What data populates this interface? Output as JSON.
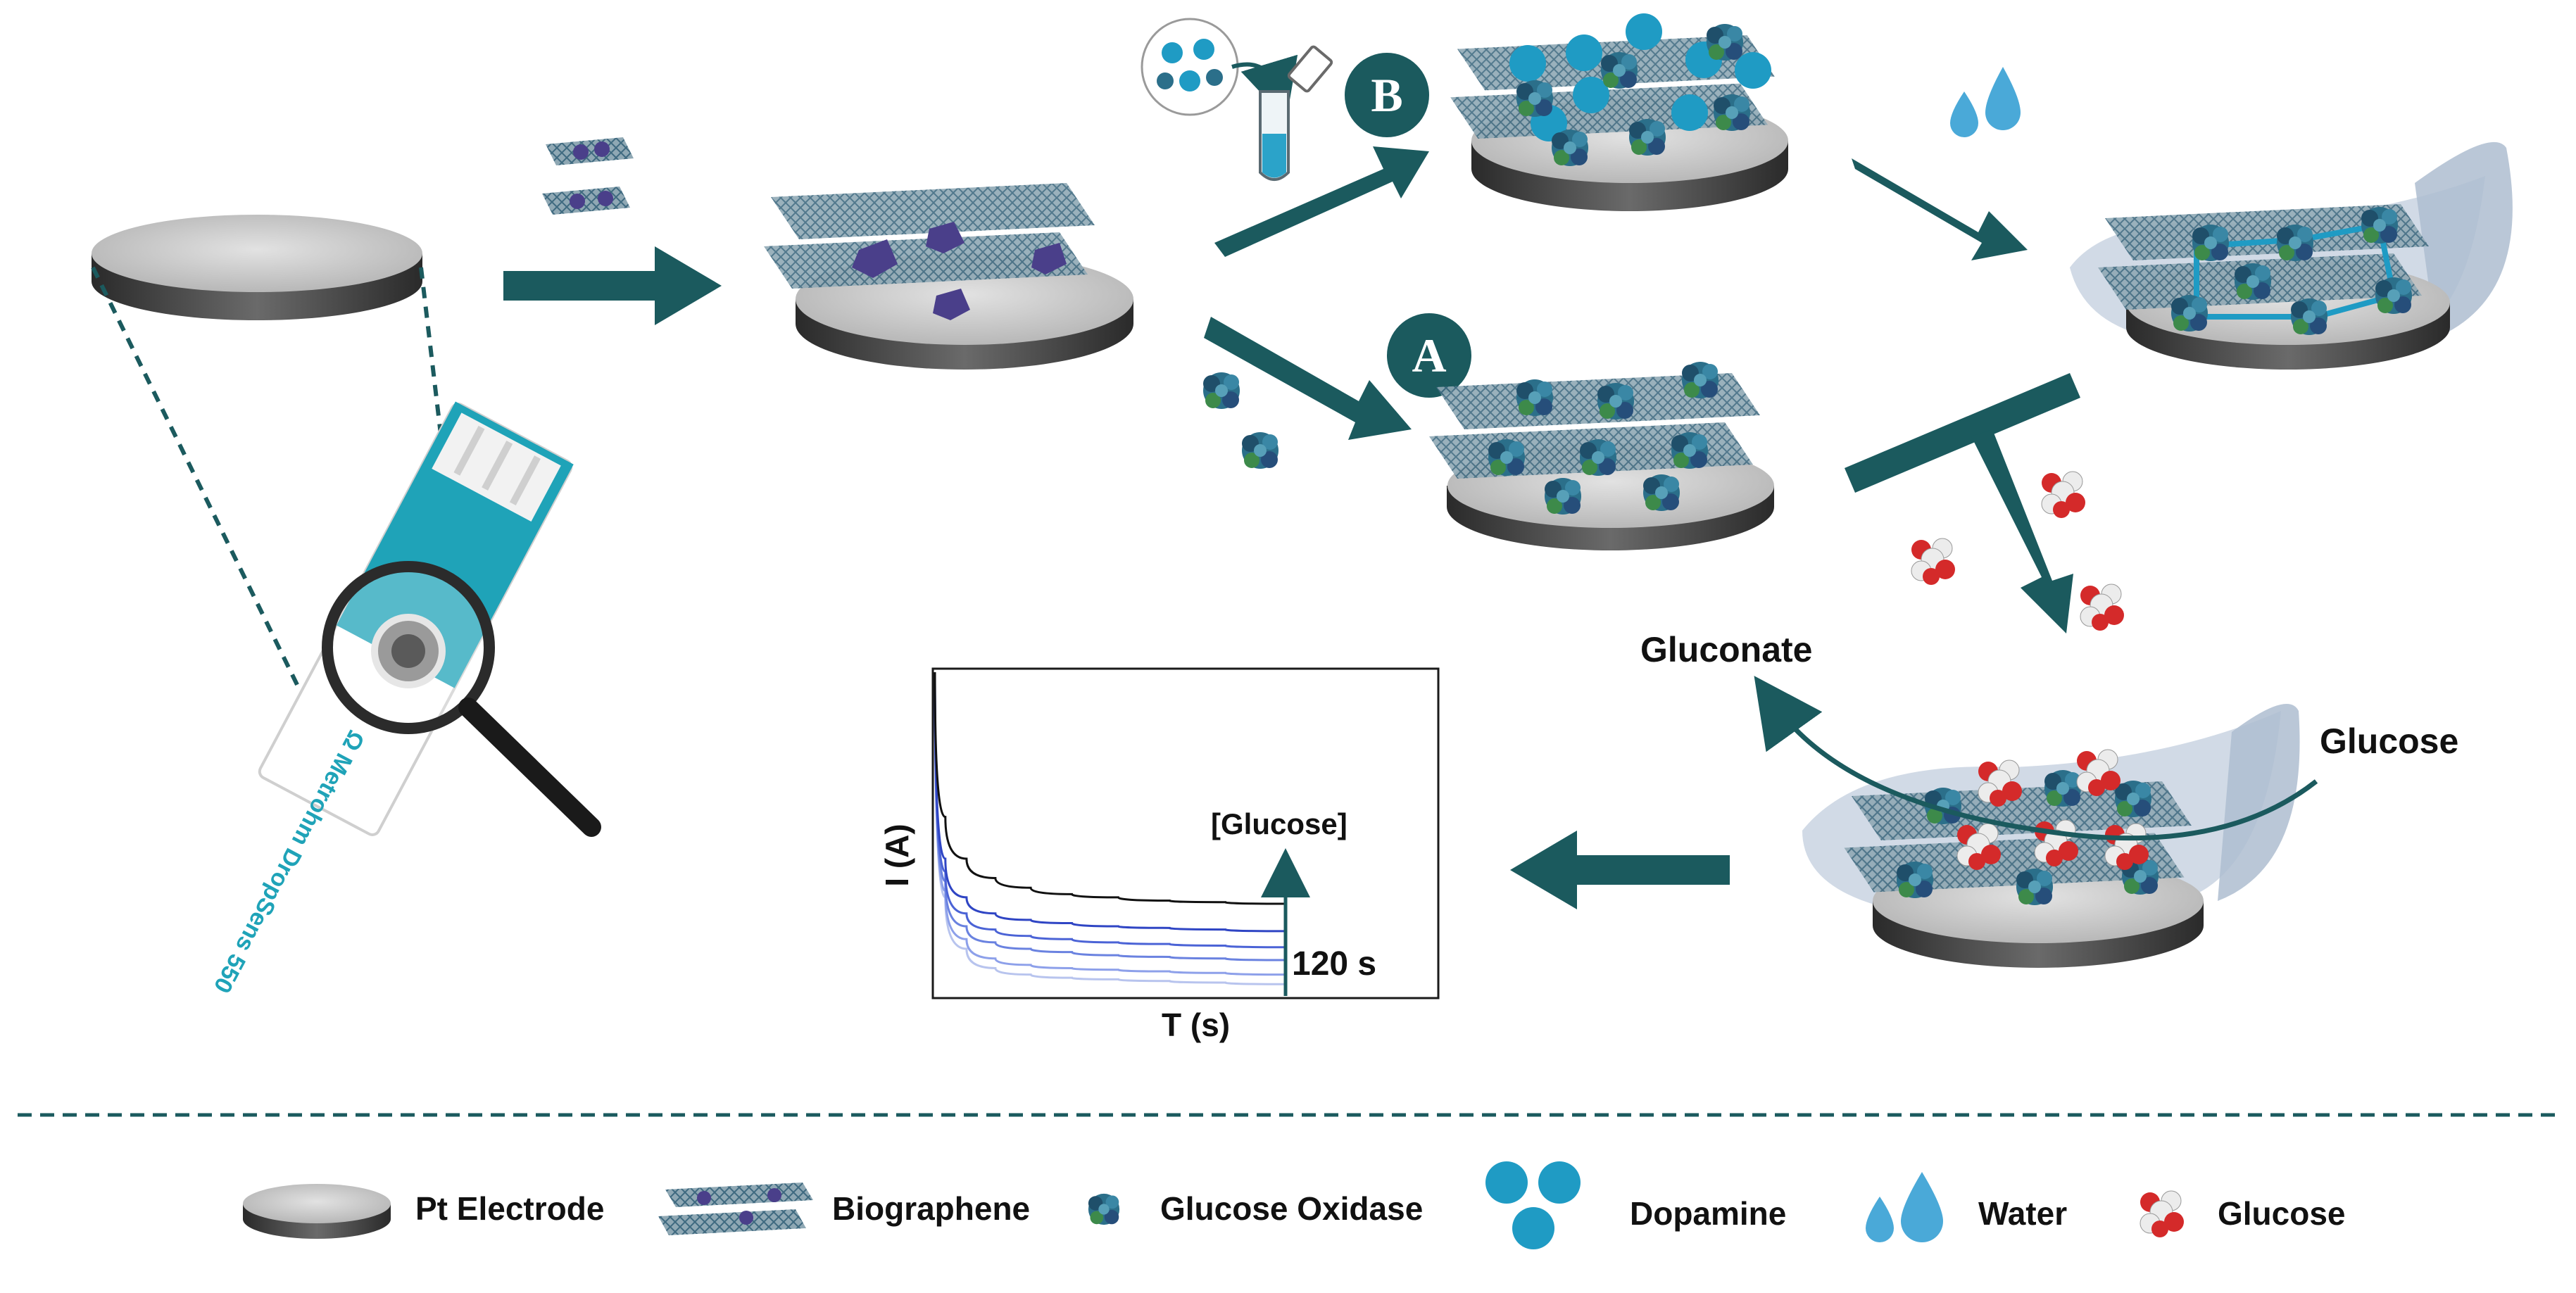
{
  "colors": {
    "teal": "#1b5a5e",
    "electrode_top": "#c8c8c8",
    "electrode_side": "#3a3a3a",
    "sheet": "#7a98a6",
    "biomolecule": "#4a3f8a",
    "dopamine": "#1f9bc4",
    "water": "#4aa9d8",
    "enzyme": "#2b6f8a",
    "enzyme_accent": "#3d8a4a",
    "glucose_red": "#d42a2a",
    "glucose_white": "#ececec",
    "hydrogel": "#c5d1e0"
  },
  "diagram": {
    "route_b_badge": "B",
    "route_a_badge": "A",
    "gluconate_label": "Gluconate",
    "glucose_label": "Glucose",
    "sensor_strip_text": "Ω Metrohm DropSens 550"
  },
  "chart_data": {
    "type": "line",
    "title": "",
    "xlabel": "T (s)",
    "ylabel": "I (A)",
    "annotation_concentration": "[Glucose]",
    "annotation_time": "120 s",
    "series_colors": [
      "#b8c4ee",
      "#8da0ea",
      "#6a82e0",
      "#4b63d6",
      "#2f45c4",
      "#111111"
    ],
    "series": [
      {
        "values": [
          1.0,
          0.3,
          0.14,
          0.08,
          0.06,
          0.05,
          0.045,
          0.04,
          0.035,
          0.03
        ]
      },
      {
        "values": [
          1.0,
          0.32,
          0.17,
          0.11,
          0.09,
          0.08,
          0.075,
          0.07,
          0.065,
          0.06
        ]
      },
      {
        "values": [
          1.0,
          0.35,
          0.21,
          0.16,
          0.14,
          0.13,
          0.12,
          0.115,
          0.11,
          0.105
        ]
      },
      {
        "values": [
          1.0,
          0.38,
          0.25,
          0.2,
          0.18,
          0.17,
          0.16,
          0.155,
          0.15,
          0.145
        ]
      },
      {
        "values": [
          1.0,
          0.42,
          0.3,
          0.25,
          0.23,
          0.22,
          0.21,
          0.205,
          0.2,
          0.195
        ]
      },
      {
        "values": [
          1.0,
          0.55,
          0.42,
          0.36,
          0.33,
          0.31,
          0.3,
          0.29,
          0.285,
          0.28
        ]
      }
    ]
  },
  "legend": {
    "items": [
      {
        "label": "Pt Electrode",
        "icon": "pt-electrode-icon"
      },
      {
        "label": "Biographene",
        "icon": "biographene-icon"
      },
      {
        "label": "Glucose Oxidase",
        "icon": "glucose-oxidase-icon"
      },
      {
        "label": "Dopamine",
        "icon": "dopamine-icon"
      },
      {
        "label": "Water",
        "icon": "water-icon"
      },
      {
        "label": "Glucose",
        "icon": "glucose-icon"
      }
    ]
  }
}
